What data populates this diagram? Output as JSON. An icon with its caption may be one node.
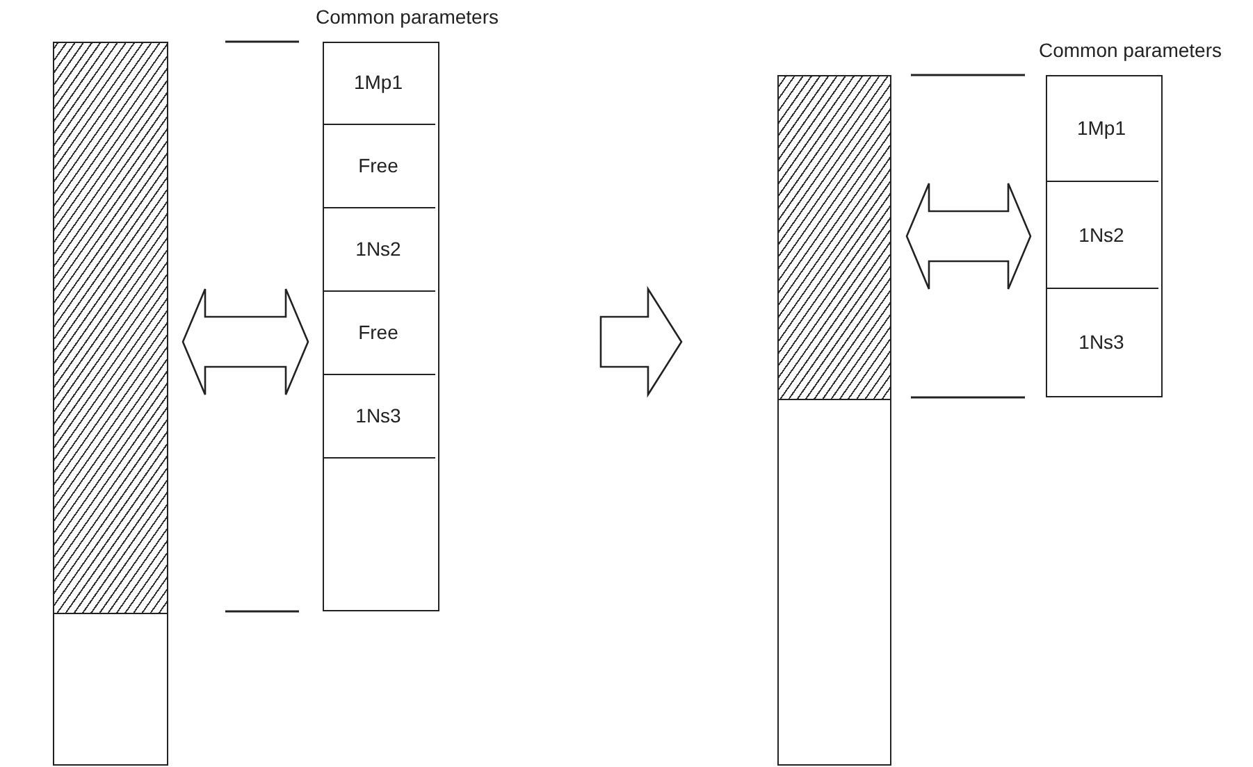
{
  "diagram": {
    "nodes": [
      {
        "text": [],
        "shape": "bar"
      },
      {
        "text": [
          "Common parameters"
        ]
      },
      {
        "text": [
          "1Mp1"
        ],
        "in": 1
      },
      {
        "text": [
          "Free"
        ],
        "in": 1
      },
      {
        "text": [
          "1Ns2"
        ],
        "in": 1
      },
      {
        "text": [
          "Free"
        ],
        "in": 1
      },
      {
        "text": [
          "1Ns3"
        ],
        "in": 1
      },
      {
        "text": [],
        "shape": "bar"
      },
      {
        "text": [
          "Common parameters"
        ]
      },
      {
        "text": [
          "1Mp1"
        ],
        "in": 8
      },
      {
        "text": [
          "1Ns2"
        ],
        "in": 8
      },
      {
        "text": [
          "1Ns3"
        ],
        "in": 8
      }
    ],
    "edges": [
      {
        "from": 0,
        "to": 1,
        "arrow": "both"
      },
      {
        "from": 7,
        "to": 8,
        "arrow": "both"
      }
    ]
  }
}
